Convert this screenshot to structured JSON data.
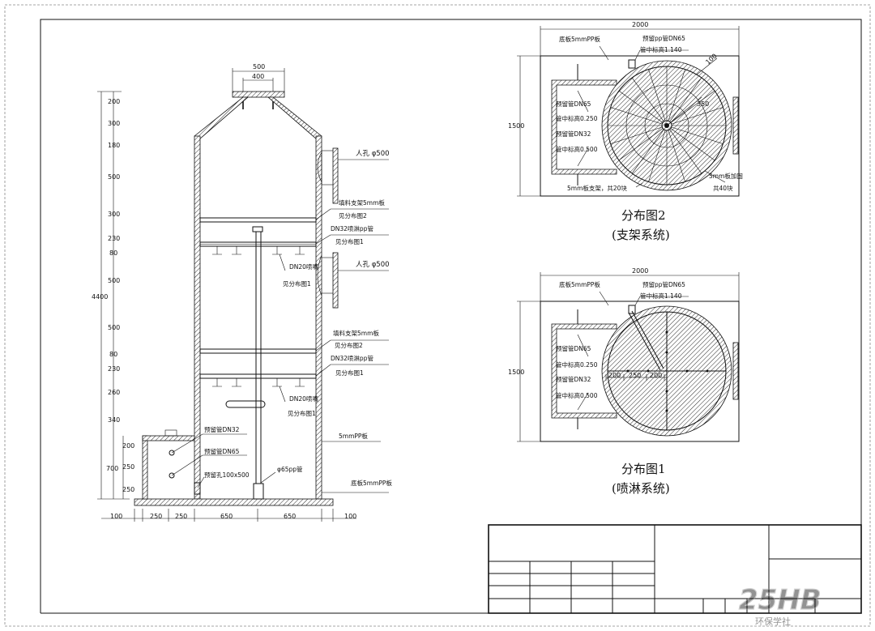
{
  "dims_top": {
    "outer_width": "500",
    "inner_width": "400"
  },
  "dims_left": {
    "total": "4400",
    "segments": [
      "200",
      "300",
      "180",
      "500",
      "300",
      "230",
      "80",
      "500",
      "500",
      "80",
      "230",
      "260",
      "340"
    ],
    "lower_segments": [
      "200",
      "250",
      "250"
    ],
    "lower_total": "700"
  },
  "dims_bottom": [
    "100",
    "250",
    "250",
    "650",
    "650",
    "100"
  ],
  "tower_labels": {
    "manhole_upper": "人孔 φ500",
    "manhole_lower": "人孔 φ500",
    "packing_support_1": "填料支架5mm板",
    "see_layout_2a": "见分布图2",
    "spray_pipe_1": "DN32喷淋pp管",
    "see_layout_1a": "见分布图1",
    "nozzle_1": "DN20喷嘴",
    "see_layout_1b": "见分布图1",
    "packing_support_2": "填料支架5mm板",
    "see_layout_2b": "见分布图2",
    "spray_pipe_2": "DN32喷淋pp管",
    "see_layout_1c": "见分布图1",
    "nozzle_2": "DN20喷嘴",
    "see_layout_1d": "见分布图1",
    "reserve_dn32": "预留管DN32",
    "reserve_dn65": "预留管DN65",
    "reserve_hole": "预留孔100x500",
    "pp_plate": "5mmPP板",
    "pp_pipe": "φ65pp管",
    "base_plate": "底板5mmPP板"
  },
  "plan_top": {
    "width_dim": "2000",
    "height_dim": "1500",
    "base_plate": "底板5mmPP板",
    "reserve_pp": "预留pp管DN65",
    "pipe_center_140": "管中标高1.140",
    "dim_100": "100",
    "dim_350": "350",
    "reserve_dn65": "预留管DN65",
    "pipe_center_250": "管中标高0.250",
    "reserve_dn32": "预留管DN32",
    "pipe_center_500": "管中标高0.500",
    "rib_plate": "5mm板加固",
    "rib_count": "共40块",
    "support_plate": "5mm板支架，共20块",
    "caption": "分布图2",
    "subcaption": "(支架系统)"
  },
  "plan_bottom": {
    "width_dim": "2000",
    "height_dim": "1500",
    "base_plate": "底板5mmPP板",
    "reserve_pp": "预留pp管DN65",
    "pipe_center_140": "管中标高1.140",
    "reserve_dn65": "预留管DN65",
    "pipe_center_250": "管中标高0.250",
    "reserve_dn32": "预留管DN32",
    "pipe_center_500": "管中标高0.500",
    "spacing": [
      "200",
      "250",
      "200"
    ],
    "caption": "分布图1",
    "subcaption": "(喷淋系统)"
  },
  "watermark": {
    "logo": "25HB",
    "text": "环保学社"
  }
}
